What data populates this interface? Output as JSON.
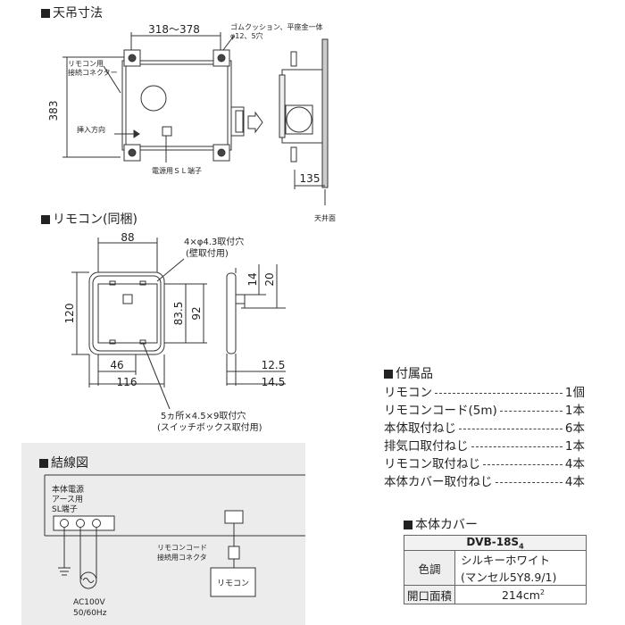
{
  "sections": {
    "ceiling": "天吊寸法",
    "remote": "リモコン(同梱)",
    "wiring": "結線図",
    "accessories": "付属品",
    "cover": "本体カバー"
  },
  "ceiling_labels": {
    "width_range": "318〜378",
    "height": "383",
    "depth": "135",
    "rubber_cushion": "ゴムクッション、平座金一体",
    "hole_spec": "φ12、5穴",
    "remote_connector": "リモコン用\n接続コネクター",
    "insert_direction": "挿入方向",
    "sl_terminal": "電源用ＳＬ端子",
    "ceiling_surface": "天井面"
  },
  "remote_labels": {
    "width": "88",
    "height": "120",
    "inner_h1": "83.5",
    "inner_h2": "92",
    "bottom_w1": "46",
    "bottom_w2": "116",
    "side_14": "14",
    "side_20": "20",
    "side_125": "12.5",
    "side_145": "14.5",
    "mount_holes": "4×φ4.3取付穴",
    "wall_mount": "(壁取付用)",
    "switch_holes": "5ヵ所×4.5×9取付穴",
    "switch_box": "(スイッチボックス取付用)"
  },
  "wiring_labels": {
    "body_power": "本体電源",
    "earth": "アース用",
    "sl_terminal": "SL端子",
    "cord_connector_1": "リモコンコード",
    "cord_connector_2": "接続用コネクタ",
    "remote_box": "リモコン",
    "ac1": "AC100V",
    "ac2": "50/60Hz"
  },
  "accessories": [
    {
      "name": "リモコン",
      "qty": "1個"
    },
    {
      "name": "リモコンコード(5m)",
      "qty": "1本"
    },
    {
      "name": "本体取付ねじ",
      "qty": "6本"
    },
    {
      "name": "排気口取付ねじ",
      "qty": "1本"
    },
    {
      "name": "リモコン取付ねじ",
      "qty": "4本"
    },
    {
      "name": "本体カバー取付ねじ",
      "qty": "4本"
    }
  ],
  "cover_table": {
    "model": "DVB-18S",
    "model_sub": "4",
    "color_label": "色調",
    "color_value_1": "シルキーホワイト",
    "color_value_2": "(マンセル5Y8.9/1)",
    "area_label": "開口面積",
    "area_value": "214cm",
    "area_sup": "2"
  }
}
